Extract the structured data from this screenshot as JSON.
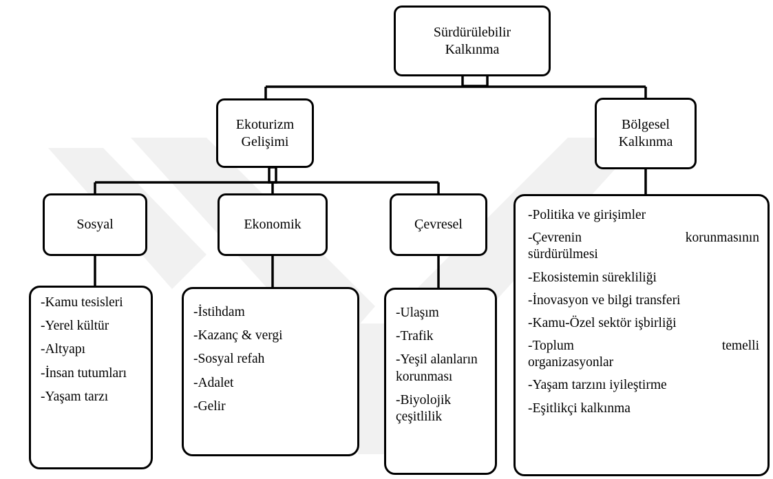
{
  "root": {
    "line1": "Sürdürülebilir",
    "line2": "Kalkınma"
  },
  "ecotourism": {
    "line1": "Ekoturizm",
    "line2": "Gelişimi"
  },
  "regional": {
    "line1": "Bölgesel",
    "line2": "Kalkınma"
  },
  "social": {
    "label": "Sosyal"
  },
  "economic": {
    "label": "Ekonomik"
  },
  "environmental": {
    "label": "Çevresel"
  },
  "social_items": [
    "-Kamu tesisleri",
    "-Yerel kültür",
    "-Altyapı",
    "-İnsan tutumları",
    "-Yaşam tarzı"
  ],
  "economic_items": [
    "-İstihdam",
    "-Kazanç & vergi",
    "-Sosyal refah",
    "-Adalet",
    "-Gelir"
  ],
  "environmental_items": [
    "-Ulaşım",
    "-Trafik",
    "-Yeşil alanların korunması",
    "-Biyolojik çeşitlilik"
  ],
  "regional_items": [
    "-Politika ve girişimler",
    "-Çevrenin korunmasının",
    "sürdürülmesi",
    "-Ekosistemin sürekliliği",
    "-İnovasyon ve bilgi transferi",
    "-Kamu-Özel sektör işbirliği",
    "-Toplum temelli",
    "organizasyonlar",
    "-Yaşam tarzını iyileştirme",
    "-Eşitlikçi kalkınma"
  ]
}
